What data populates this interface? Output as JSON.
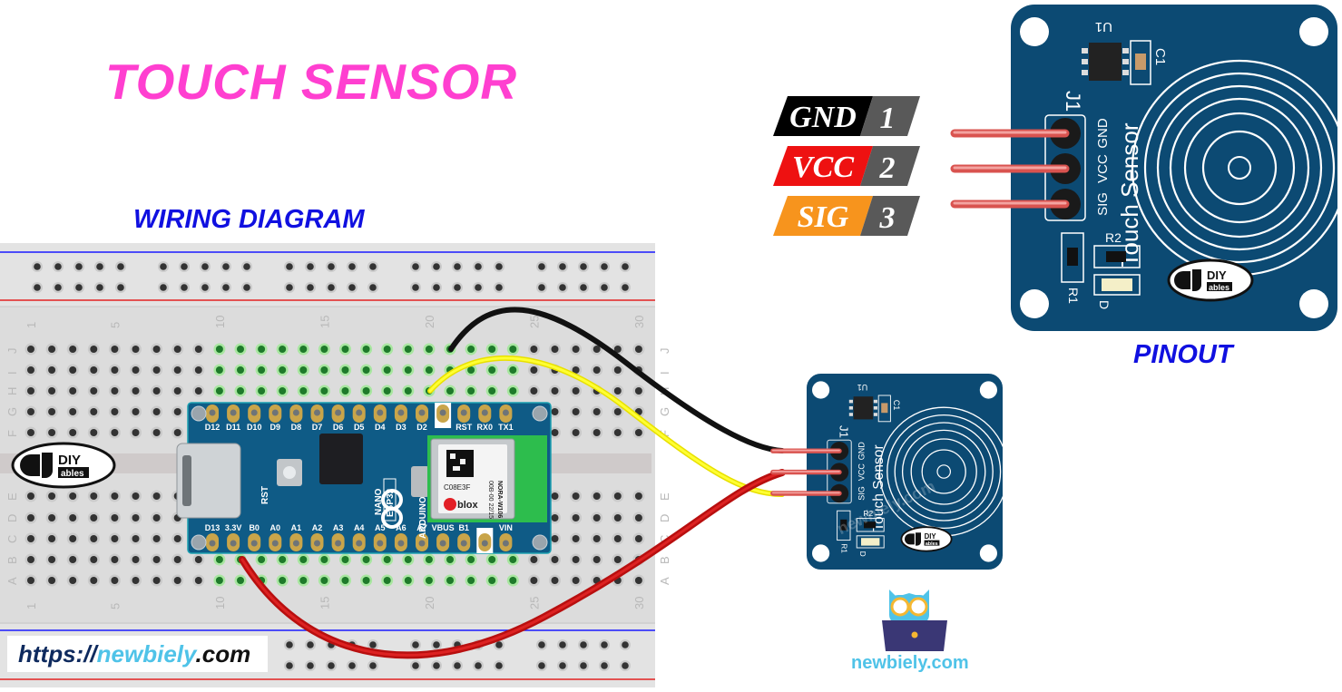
{
  "title": "TOUCH SENSOR",
  "wiring_label": "WIRING DIAGRAM",
  "pinout_label": "PINOUT",
  "website_url": {
    "prefix": "https://",
    "name": "newbiely",
    "suffix": ".com"
  },
  "brand_name": "newbiely.com",
  "watermark": "newbiely.com",
  "colors": {
    "title": "#ff3fd0",
    "label": "#1010e0",
    "pcb": "#0c4a73",
    "wire_gnd": "#111111",
    "wire_vcc": "#cc1111",
    "wire_sig": "#f5f000",
    "url_dark": "#0e2a5e",
    "url_light": "#4fc3e8"
  },
  "pinout": {
    "pins": [
      {
        "name": "GND",
        "number": "1",
        "color": "#000000"
      },
      {
        "name": "VCC",
        "number": "2",
        "color": "#ee1111"
      },
      {
        "name": "SIG",
        "number": "3",
        "color": "#f7941d"
      }
    ]
  },
  "sensor_module": {
    "header_label": "J1",
    "pin_labels": [
      "GND",
      "VCC",
      "SIG"
    ],
    "board_text": "Touch Sensor",
    "components": [
      "U1",
      "C1",
      "R1",
      "R2",
      "D"
    ],
    "logo_top": "DIY",
    "logo_bottom": "ables"
  },
  "breadboard": {
    "row_labels_top": [
      "J",
      "I",
      "H",
      "G",
      "F"
    ],
    "row_labels_bottom": [
      "E",
      "D",
      "C",
      "B",
      "A"
    ],
    "column_numbers": [
      "1",
      "5",
      "10",
      "15",
      "20",
      "25",
      "30"
    ],
    "columns": 30,
    "logo_top": "DIY",
    "logo_bottom": "ables"
  },
  "arduino": {
    "top_pins": [
      "D12",
      "D11",
      "D10",
      "D9",
      "D8",
      "D7",
      "D6",
      "D5",
      "D4",
      "D3",
      "D2",
      "",
      "RST",
      "RX0",
      "TX1"
    ],
    "bottom_pins": [
      "D13",
      "3.3V",
      "B0",
      "A0",
      "A1",
      "A2",
      "A3",
      "A4",
      "A5",
      "A6",
      "A7",
      "VBUS",
      "B1",
      "",
      "VIN"
    ],
    "model_line1": "NANO",
    "model_line2": "ESP32",
    "brand": "ARDUINO",
    "reset_label": "RST",
    "module_code": "C08E3F",
    "module_id": "00B-00 22/15",
    "module_name": "NORA-W106",
    "module_brand": "blox"
  },
  "connections": [
    {
      "from": "Arduino GND (col 21, row J)",
      "to": "Sensor GND",
      "wire": "black"
    },
    {
      "from": "Arduino D2 (col 20, row H)",
      "to": "Sensor SIG",
      "wire": "yellow"
    },
    {
      "from": "Arduino 3.3V (col 11, row A)",
      "to": "Sensor VCC",
      "wire": "red"
    }
  ]
}
